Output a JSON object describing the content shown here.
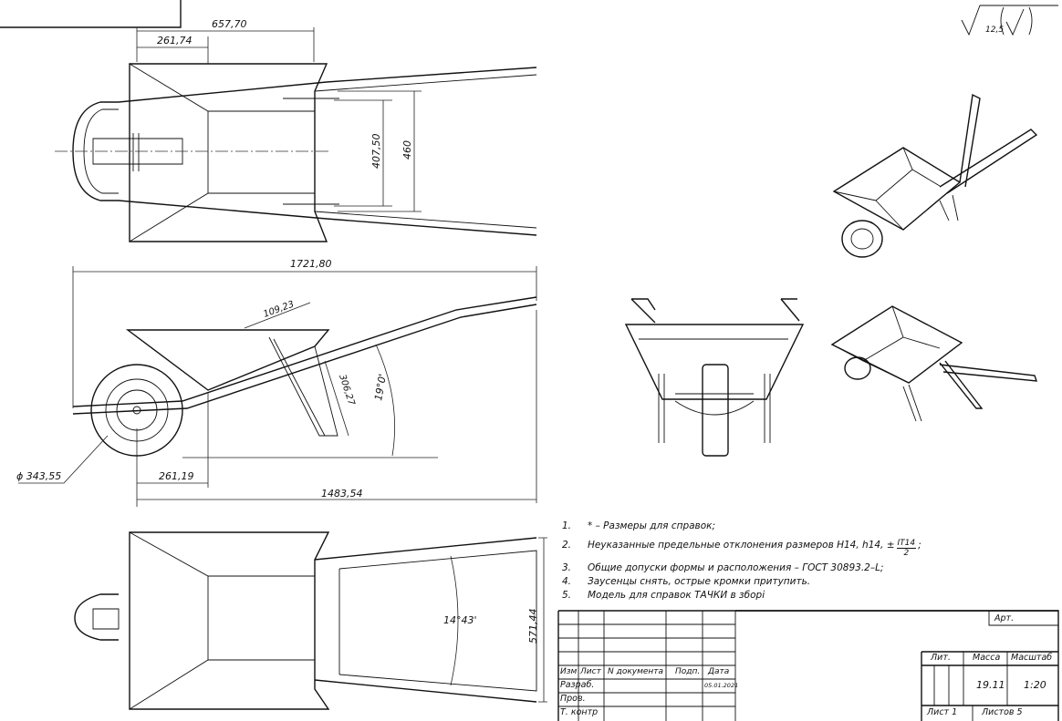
{
  "roughness": {
    "value": "12,5"
  },
  "dimensions": {
    "top_overall": "657,70",
    "top_bucket": "261,74",
    "top_inner_width": "407,50",
    "top_outer_width": "460",
    "side_length": "1721,80",
    "side_wall": "109,23",
    "side_leg": "306,27",
    "side_angle": "19°0'",
    "wheel_diameter": "ϕ 343,55",
    "side_axle_offset": "261,19",
    "side_base": "1483,54",
    "bottom_angle": "14°43'",
    "bottom_width": "571,44"
  },
  "notes": [
    {
      "num": "1.",
      "text": "* – Размеры для справок;"
    },
    {
      "num": "2.",
      "text": "Неуказанные предельные отклонения размеров  H14, h14, ±",
      "frac_top": "IT14",
      "frac_bottom": "2",
      "suffix": ";"
    },
    {
      "num": "3.",
      "text": "Общие допуски формы и расположения – ГОСТ 30893.2–L;"
    },
    {
      "num": "4.",
      "text": "Заусенцы снять, острые кромки притупить."
    },
    {
      "num": "5.",
      "text": "Модель для справок ТАЧКИ в зборі"
    }
  ],
  "title_block": {
    "art": "Арт.",
    "lit": "Лит.",
    "massa": "Масса",
    "masshtab": "Масштаб",
    "mass_value": "19.11",
    "scale_value": "1:20",
    "sheet": "Лист  1",
    "sheets": "Листов  5",
    "col_izm": "Изм",
    "col_list": "Лист",
    "col_doc": "N документа",
    "col_podp": "Подп.",
    "col_data": "Дата",
    "razrab": "Разраб.",
    "prov": "Пров.",
    "tkontr": "Т. контр",
    "date": "05.01.2021"
  }
}
